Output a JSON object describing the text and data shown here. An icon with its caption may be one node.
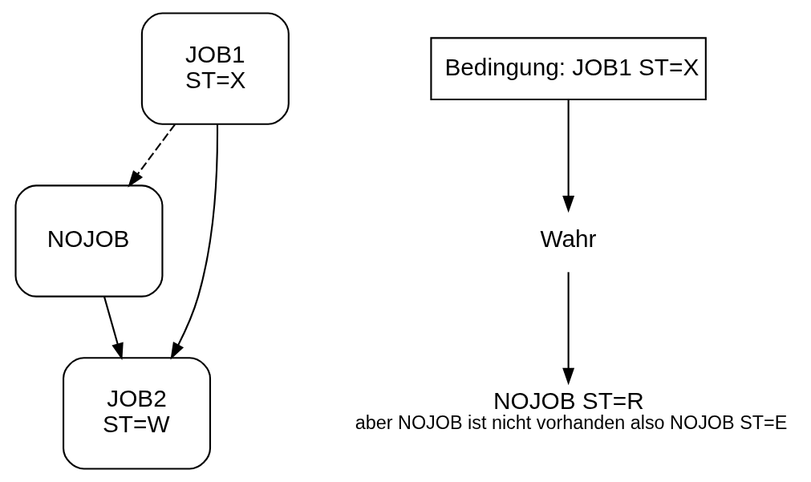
{
  "diagram": {
    "nodes": [
      {
        "text": [
          "JOB1",
          "ST=X"
        ]
      },
      {
        "text": [
          "Bedingung: JOB1 ST=X"
        ]
      },
      {
        "text": [
          "Wahr"
        ]
      },
      {
        "text": [
          "NOJOB ST=R",
          "aber NOJOB ist nicht vorhanden also NOJOB ST=E"
        ]
      },
      {
        "text": [
          "NOJOB"
        ]
      },
      {
        "text": [
          "JOB2",
          "ST=W"
        ]
      }
    ],
    "edges": [
      {
        "from": 0,
        "to": 4,
        "arrow": "to",
        "style": "dashed"
      },
      {
        "from": 0,
        "to": 5,
        "arrow": "to"
      },
      {
        "from": 1,
        "to": 2,
        "arrow": "to"
      },
      {
        "from": 2,
        "to": 3,
        "arrow": "to"
      },
      {
        "from": 4,
        "to": 5,
        "arrow": "to"
      }
    ]
  }
}
